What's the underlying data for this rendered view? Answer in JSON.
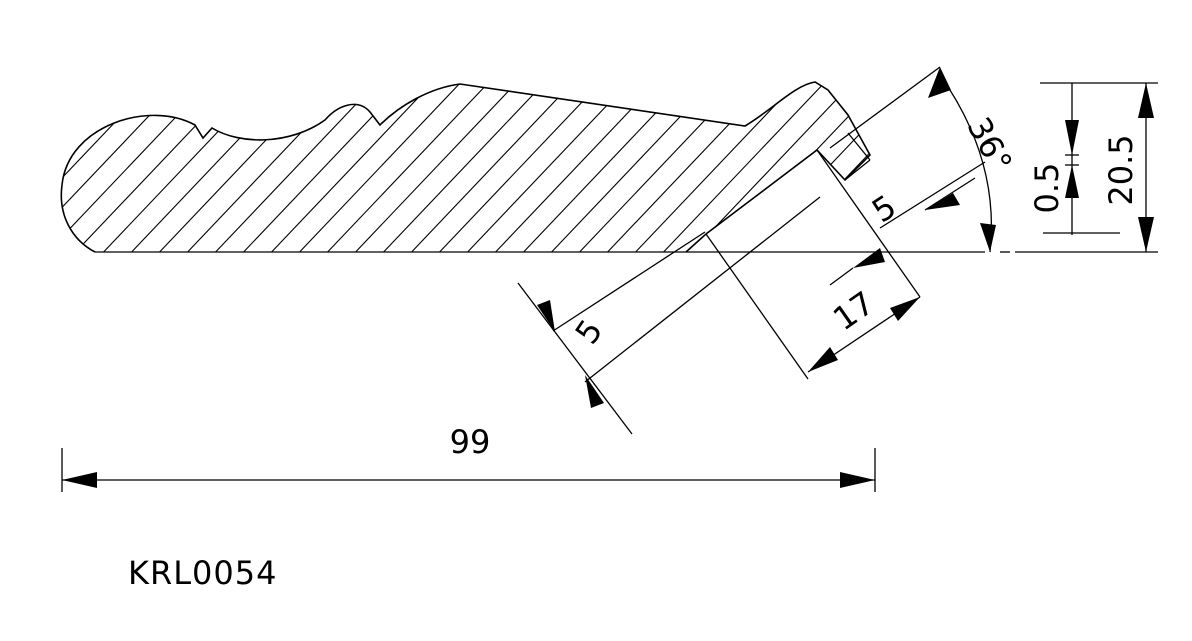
{
  "drawing": {
    "part_code": "KRL0054",
    "dimensions": {
      "overall_width": "99",
      "overall_height": "20.5",
      "lip_height": "0.5",
      "cut_angle": "36°",
      "notch_depth": "5",
      "groove_width": "5",
      "groove_length": "17"
    }
  }
}
